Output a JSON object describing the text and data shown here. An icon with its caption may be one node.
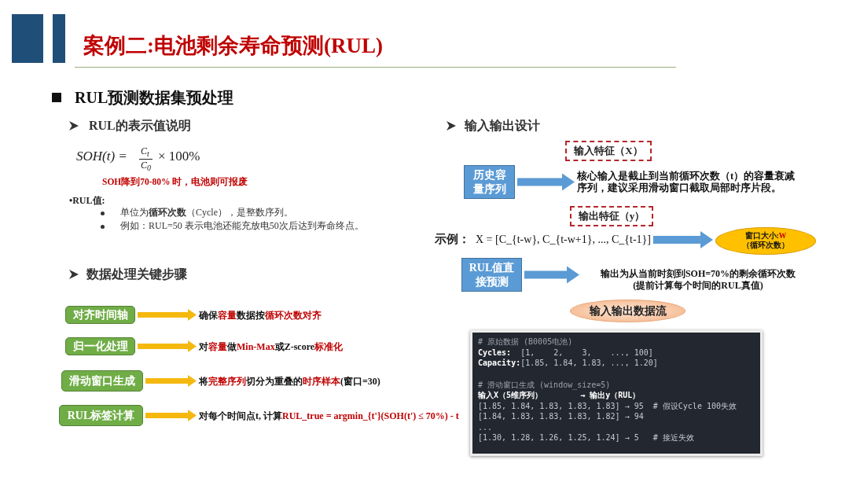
{
  "diagram": {
    "title": "案例二:电池剩余寿命预测(RUL)",
    "nodes": [
      {
        "text": [
          "对齐时间轴"
        ]
      },
      {
        "text": [
          "确保容量数据按循环次数对齐"
        ]
      },
      {
        "text": [
          "归一化处理"
        ]
      },
      {
        "text": [
          "对容量做Min-Max或Z-score标准化"
        ]
      },
      {
        "text": [
          "滑动窗口生成"
        ]
      },
      {
        "text": [
          "将完整序列切分为重叠的时序样本(窗口=30)"
        ]
      },
      {
        "text": [
          "RUL标签计算"
        ]
      },
      {
        "text": [
          "对每个时间点t, 计算RUL_true = argmin_{t'}(SOH(t') ≤ 70%) - t"
        ]
      },
      {
        "text": [
          "输入特征（X）"
        ]
      },
      {
        "text": [
          "历史容量序列"
        ]
      },
      {
        "text": [
          "核心输入是截止到当前循环次数（t）的容量衰减序列，建议采用滑动窗口截取局部时序片段。"
        ]
      },
      {
        "text": [
          "输出特征（y）"
        ]
      },
      {
        "text": [
          "X = [C_{t-w}, C_{t-w+1}, ..., C_{t-1}]"
        ],
        "beside": [
          "示例："
        ]
      },
      {
        "text": [
          "窗口大小:W",
          "（循环次数）"
        ]
      },
      {
        "text": [
          "RUL值直接预测"
        ]
      },
      {
        "text": [
          "输出为从当前时刻到SOH=70%的剩余循环次数",
          "(提前计算每个时间的RUL真值)"
        ]
      },
      {
        "text": [
          "输入输出数据流"
        ]
      },
      {
        "text": [
          "# 原始数据 (B0005电池)",
          "**Cycles:**  [1,    2,    3,    ..., 100]",
          "**Capacity:**[1.85, 1.84, 1.83, ..., 1.20]",
          "# 滑动窗口生成 (window_size=5)",
          "输入X（5维序列）        → 输出y（RUL）",
          "[1.85, 1.84, 1.83, 1.83, 1.83] → 95  # 假设Cycle 100失效",
          "[1.84, 1.83, 1.83, 1.83, 1.82] → 94",
          "...",
          "[1.30, 1.28, 1.26, 1.25, 1.24] → 5   # 接近失效"
        ]
      }
    ],
    "edges": [
      {
        "from": 0,
        "to": 1,
        "arrow": "to"
      },
      {
        "from": 2,
        "to": 3,
        "arrow": "to"
      },
      {
        "from": 4,
        "to": 5,
        "arrow": "to"
      },
      {
        "from": 6,
        "to": 7,
        "arrow": "to"
      },
      {
        "from": 9,
        "to": 10,
        "arrow": "to",
        "color": "#5b9bd5"
      },
      {
        "from": 12,
        "to": 13,
        "arrow": "to",
        "color": "#5b9bd5"
      },
      {
        "from": 14,
        "to": 15,
        "arrow": "to",
        "color": "#5b9bd5"
      }
    ],
    "labels": [
      "RUL预测数据集预处理",
      "RUL的表示值说明",
      "SOH(t) =",
      "C$_{t}$",
      "C$_{0}$",
      "× 100%",
      "SOH降到70-80% 时，电池则可报废",
      "•RUL值:",
      "单位为**循环次数**（Cycle），是整数序列。",
      "例如：RUL=50 表示电池还能充放电50次后达到寿命终点。",
      "数据处理关键步骤",
      "输入输出设计"
    ]
  }
}
